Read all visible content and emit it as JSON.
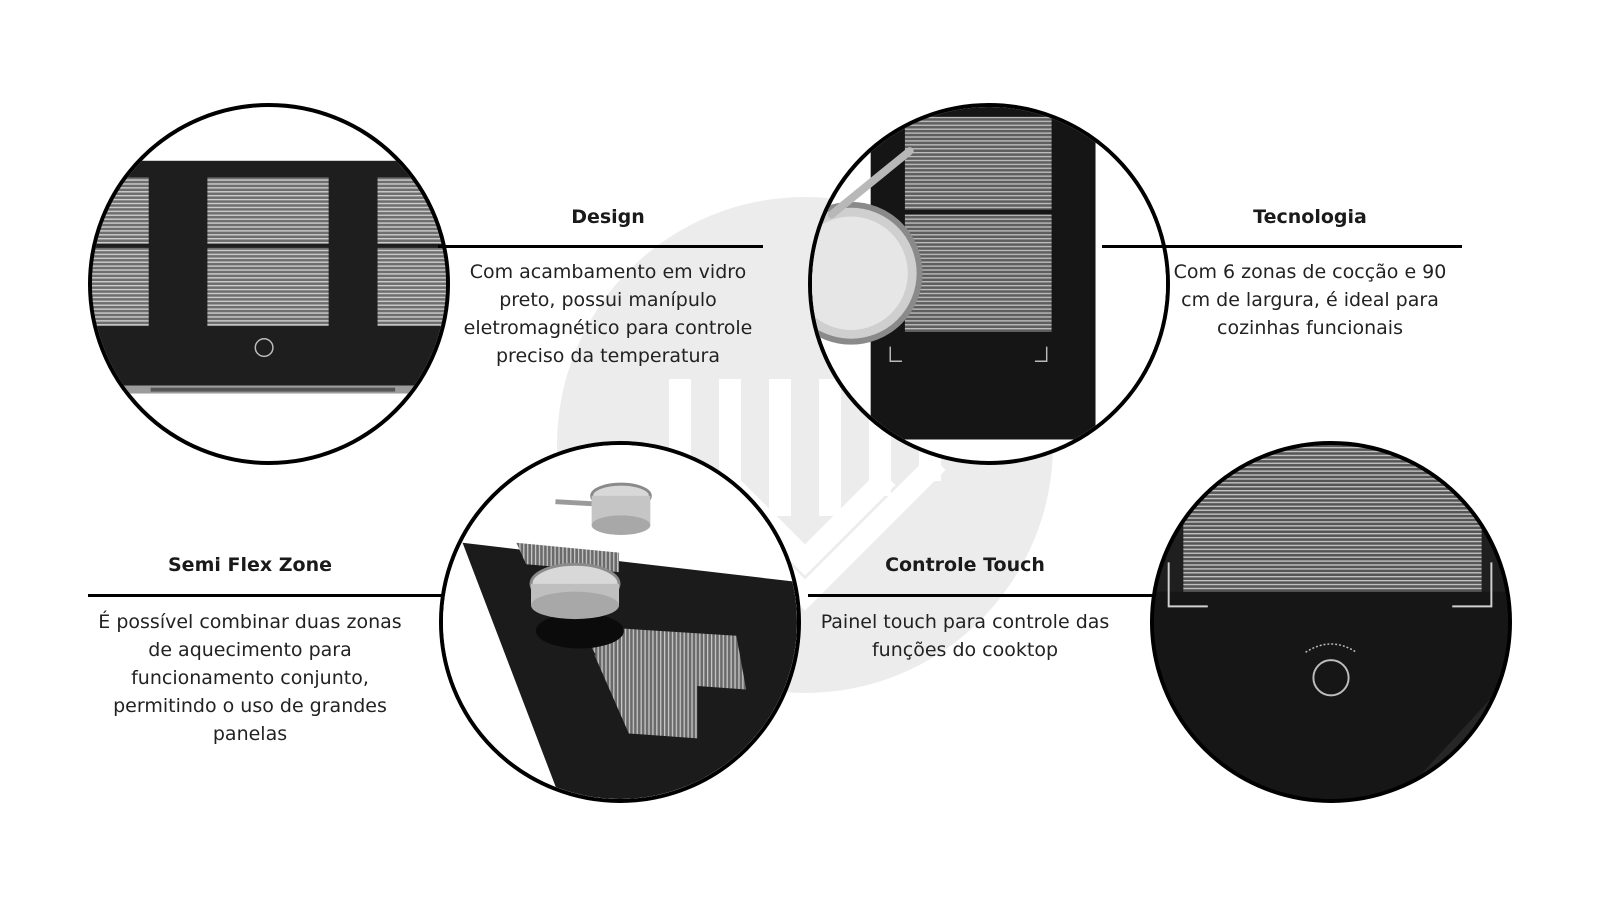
{
  "features": [
    {
      "title": "Design",
      "description": "Com acambamento em vidro preto, possui manípulo eletromagnético para controle preciso da temperatura"
    },
    {
      "title": "Tecnologia",
      "description": "Com 6 zonas de cocção e 90 cm de largura, é ideal para cozinhas funcionais"
    },
    {
      "title": "Semi Flex Zone",
      "description": "É possível combinar duas zonas de aquecimento para funcionamento conjunto, permitindo o uso de grandes panelas"
    },
    {
      "title": "Controle Touch",
      "description": "Painel touch para controle das funções do cooktop"
    }
  ],
  "colors": {
    "background": "#ffffff",
    "accent_lines": "#000000",
    "glass": "#1d1d1d",
    "watermark": "#ececec"
  }
}
